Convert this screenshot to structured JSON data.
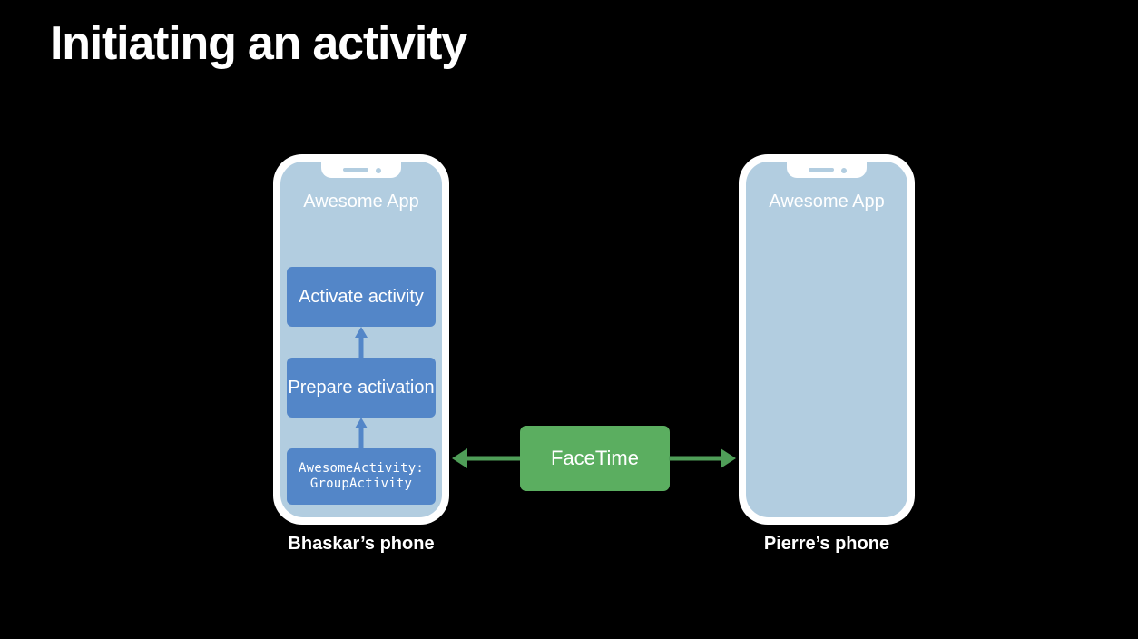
{
  "slide": {
    "title": "Initiating an activity",
    "background_color": "#000000"
  },
  "colors": {
    "node_blue": "#5386c8",
    "screen_blue": "#b2cde0",
    "facetime_green": "#5bae60",
    "arrow_green": "#4f9e58",
    "bezel_white": "#ffffff",
    "text_white": "#ffffff"
  },
  "left_phone": {
    "caption": "Bhaskar’s phone",
    "app_name": "Awesome App",
    "stack": [
      {
        "label": "Activate activity",
        "style": "text"
      },
      {
        "label": "Prepare activation",
        "style": "text"
      },
      {
        "label": "AwesomeActivity:\nGroupActivity",
        "line1": "AwesomeActivity:",
        "line2": "GroupActivity",
        "style": "code"
      }
    ],
    "connectors": [
      {
        "direction": "up"
      },
      {
        "direction": "up"
      }
    ]
  },
  "right_phone": {
    "caption": "Pierre’s phone",
    "app_name": "Awesome App",
    "stack": []
  },
  "middle": {
    "label": "FaceTime",
    "left_arrow_direction": "left",
    "right_arrow_direction": "right"
  }
}
